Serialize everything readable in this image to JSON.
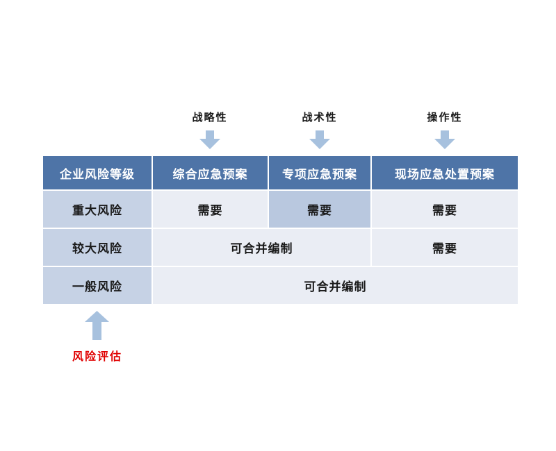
{
  "top_labels": [
    "战略性",
    "战术性",
    "操作性"
  ],
  "table": {
    "headers": [
      "企业风险等级",
      "综合应急预案",
      "专项应急预案",
      "现场应急处置预案"
    ],
    "rows": [
      {
        "risk_level": "重大风险",
        "cells": [
          "需要",
          "需要",
          "需要"
        ]
      },
      {
        "risk_level": "较大风险",
        "cells": [
          "可合并编制",
          "需要"
        ]
      },
      {
        "risk_level": "一般风险",
        "cells": [
          "可合并编制"
        ]
      }
    ]
  },
  "bottom_annotation": "风险评估",
  "icons": {
    "down_arrow": "down-arrow-icon",
    "up_arrow": "up-arrow-icon"
  },
  "colors": {
    "header_bg": "#4e74a7",
    "rowlabel_bg": "#c6d2e5",
    "cell_bg": "#eaedf4",
    "highlight_bg": "#b9c8df",
    "arrow_fill": "#a7c1de",
    "annotation_red": "#e00000",
    "header_text": "#ffffff",
    "body_text": "#1a1a1a"
  }
}
